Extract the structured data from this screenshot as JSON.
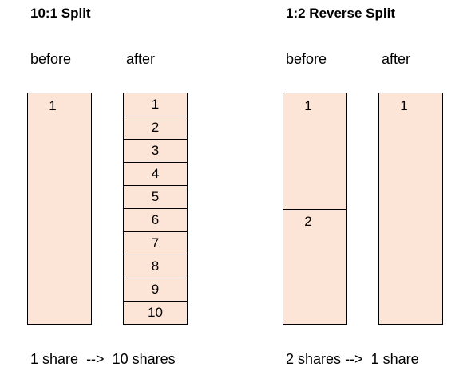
{
  "left": {
    "title": "10:1 Split",
    "before_label": "before",
    "after_label": "after",
    "before_value": "1",
    "after_values": [
      "1",
      "2",
      "3",
      "4",
      "5",
      "6",
      "7",
      "8",
      "9",
      "10"
    ],
    "footer_left": "1 share",
    "arrow": "-->",
    "footer_right": "10 shares"
  },
  "right": {
    "title": "1:2 Reverse Split",
    "before_label": "before",
    "after_label": "after",
    "before_values": [
      "1",
      "2"
    ],
    "after_value": "1",
    "footer_left": "2 shares",
    "arrow": "-->",
    "footer_right": "1 share"
  },
  "colors": {
    "box_fill": "#fce4d6",
    "border": "#000000"
  }
}
